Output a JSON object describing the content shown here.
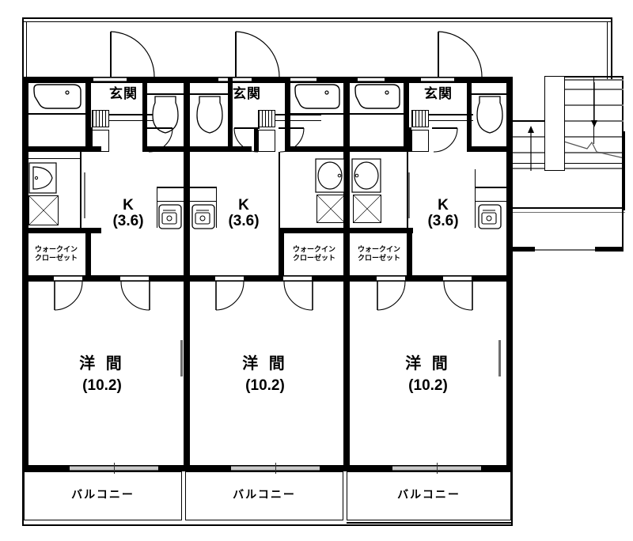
{
  "plan": {
    "type": "floor-plan",
    "building": "3-unit apartment floor",
    "units": [
      {
        "id": "unit-left",
        "rooms": {
          "entrance": "玄関",
          "kitchen_label": "K",
          "kitchen_area": "(3.6)",
          "closet": "ウォークイン\nクローゼット",
          "closet_line1": "ウォークイン",
          "closet_line2": "クローゼット",
          "main_room": "洋 間",
          "main_room_area": "(10.2)",
          "balcony": "バルコニー"
        }
      },
      {
        "id": "unit-center",
        "rooms": {
          "entrance": "玄関",
          "kitchen_label": "K",
          "kitchen_area": "(3.6)",
          "closet_line1": "ウォークイン",
          "closet_line2": "クローゼット",
          "main_room": "洋 間",
          "main_room_area": "(10.2)",
          "balcony": "バルコニー"
        }
      },
      {
        "id": "unit-right",
        "rooms": {
          "entrance": "玄関",
          "kitchen_label": "K",
          "kitchen_area": "(3.6)",
          "closet_line1": "ウォークイン",
          "closet_line2": "クローゼット",
          "main_room": "洋 間",
          "main_room_area": "(10.2)",
          "balcony": "バルコニー"
        }
      }
    ],
    "extra_closets": [
      {
        "line1": "ウォークイン",
        "line2": "クローゼット"
      },
      {
        "line1": "ウォークイン",
        "line2": "クローゼット"
      }
    ],
    "stairs": {
      "up_arrow": "↑",
      "down_arrow": "↓",
      "label": ""
    },
    "colors": {
      "wall": "#000000",
      "thin_line": "#000000",
      "grey_line": "#6e6e6e",
      "sash_fill": "#c9c9c9",
      "background": "#ffffff"
    },
    "fixtures": {
      "bathtub": "bathtub-icon",
      "toilet": "toilet-icon",
      "sink": "sink-icon",
      "vanity": "vanity-sink-icon",
      "washer_pan": "washing-machine-pan-icon",
      "kitchen_sink": "kitchen-sink-icon",
      "shoe_box": "shoe-box-icon"
    }
  }
}
